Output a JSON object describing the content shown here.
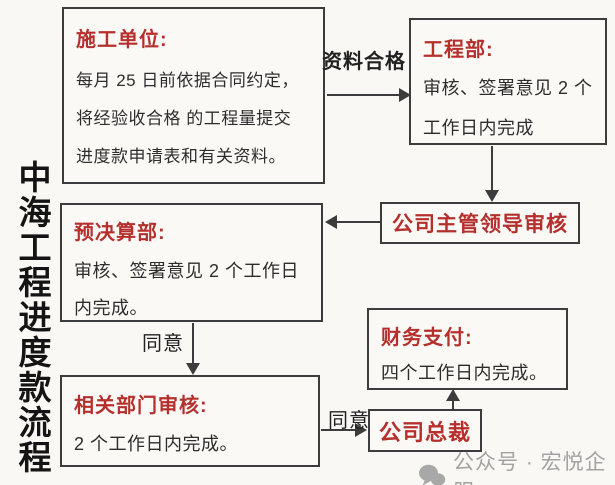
{
  "title_vertical": "中海工程进度款流程",
  "colors": {
    "accent_red": "#b5302d",
    "line_dark": "#3c3c3c",
    "text_black": "#2d2d2d",
    "watermark_gray": "#a3a3a3",
    "background": "#faf8f5"
  },
  "flow": {
    "boxes": [
      {
        "name": "construction-unit",
        "title": "施工单位:",
        "lines": [
          "每月 25 日前依据合同约定，",
          "将经验收合格 的工程量提交",
          "进度款申请表和有关资料。"
        ]
      },
      {
        "name": "engineering-dept",
        "title": "工程部:",
        "lines": [
          "审核、签署意见 2 个",
          "工作日内完成"
        ]
      },
      {
        "name": "company-leader-review",
        "title": "公司主管领导审核",
        "lines": []
      },
      {
        "name": "budget-dept",
        "title": "预决算部:",
        "lines": [
          "审核、签署意见 2 个工作日",
          "内完成。"
        ]
      },
      {
        "name": "related-dept-review",
        "title": "相关部门审核:",
        "lines": [
          "2 个工作日内完成。"
        ]
      },
      {
        "name": "company-president",
        "title": "公司总裁",
        "lines": []
      },
      {
        "name": "finance-payment",
        "title": "财务支付:",
        "lines": [
          "四个工作日内完成。"
        ]
      }
    ],
    "edge_labels": {
      "materials_qualified": "资料合格",
      "agree_1": "同意",
      "agree_2": "同意"
    }
  },
  "watermark": {
    "icon": "wechat-icon",
    "text": "公众号 · 宏悦企服"
  }
}
